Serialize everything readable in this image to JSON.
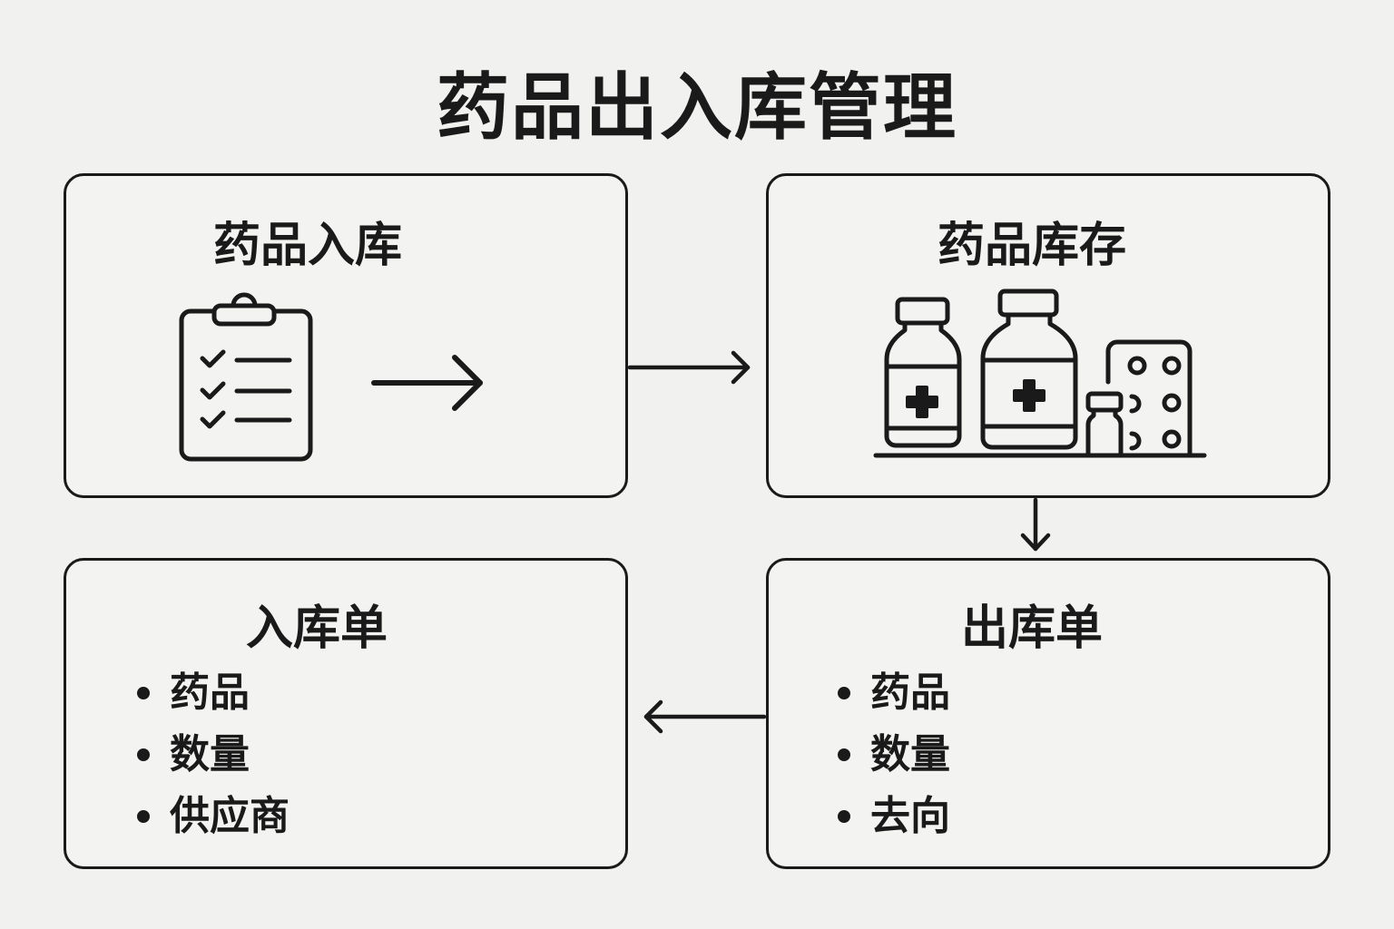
{
  "title": "药品出入库管理",
  "boxes": {
    "inbound": {
      "title": "药品入库",
      "icons": [
        "clipboard-checklist-icon",
        "arrow-right-icon"
      ]
    },
    "inventory": {
      "title": "药品库存",
      "icons": [
        "medicine-bottle-icon",
        "medicine-bottle-icon",
        "vial-icon",
        "pill-blister-icon"
      ]
    },
    "inbound_order": {
      "title": "入库单",
      "items": [
        "药品",
        "数量",
        "供应商"
      ]
    },
    "outbound_order": {
      "title": "出库单",
      "items": [
        "药品",
        "数量",
        "去向"
      ]
    }
  },
  "connectors": [
    {
      "from": "药品入库",
      "to": "药品库存",
      "direction": "right"
    },
    {
      "from": "药品库存",
      "to": "出库单",
      "direction": "down"
    },
    {
      "from": "出库单",
      "to": "入库单",
      "direction": "left"
    }
  ]
}
